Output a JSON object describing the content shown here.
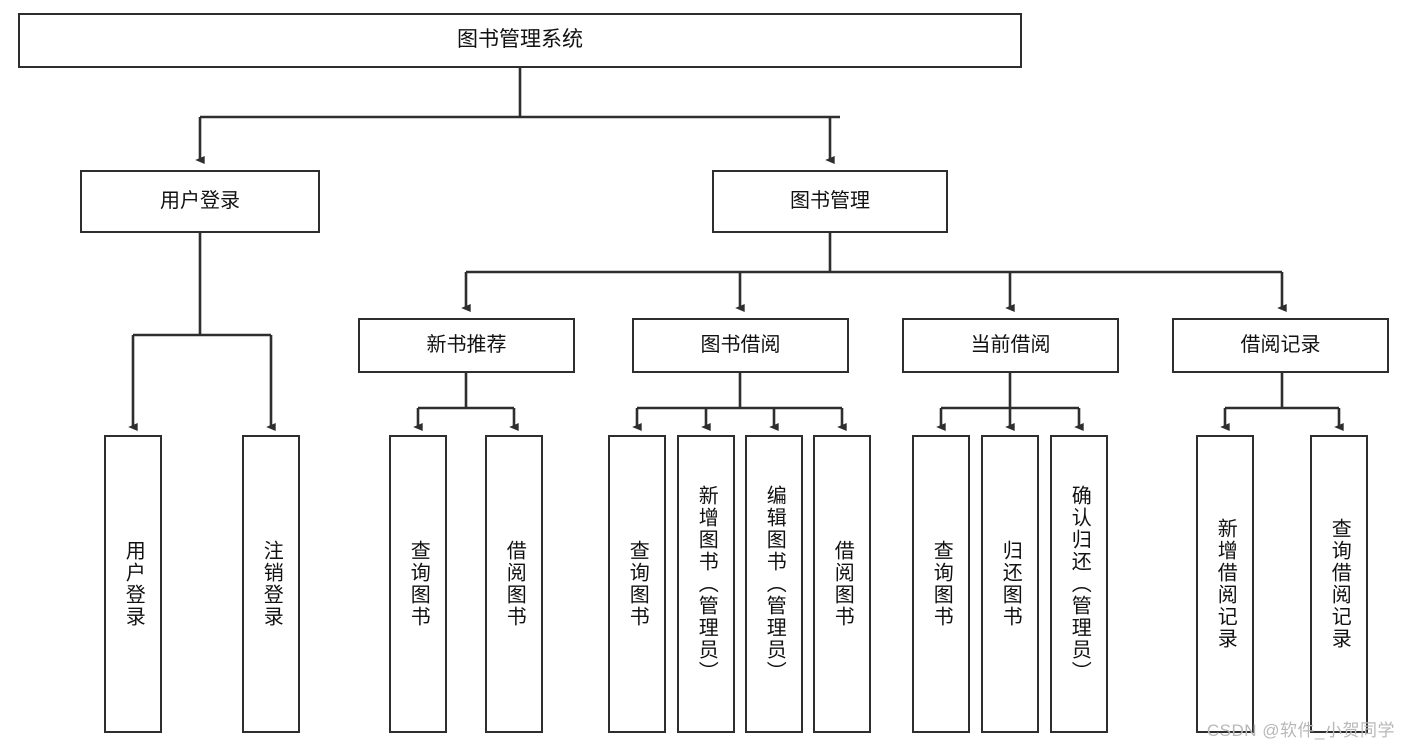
{
  "diagram": {
    "title": "图书管理系统",
    "watermark": "CSDN @软件_小贺同学",
    "colors": {
      "stroke": "#2e2e2e",
      "fill": "#ffffff",
      "text": "#111111",
      "watermark": "#b8b8b8"
    },
    "root": {
      "label": "图书管理系统"
    },
    "level2": [
      {
        "label": "用户登录"
      },
      {
        "label": "图书管理"
      }
    ],
    "level3": [
      {
        "label": "新书推荐"
      },
      {
        "label": "图书借阅"
      },
      {
        "label": "当前借阅"
      },
      {
        "label": "借阅记录"
      }
    ],
    "leaves": {
      "user_login": [
        {
          "label": "用户登录"
        },
        {
          "label": "注销登录"
        }
      ],
      "new_book": [
        {
          "label": "查询图书"
        },
        {
          "label": "借阅图书"
        }
      ],
      "book_borrow": [
        {
          "label": "查询图书"
        },
        {
          "label": "新增图书（管理员）"
        },
        {
          "label": "编辑图书（管理员）"
        },
        {
          "label": "借阅图书"
        }
      ],
      "current_borrow": [
        {
          "label": "查询图书"
        },
        {
          "label": "归还图书"
        },
        {
          "label": "确认归还（管理员）"
        }
      ],
      "borrow_record": [
        {
          "label": "新增借阅记录"
        },
        {
          "label": "查询借阅记录"
        }
      ]
    }
  }
}
